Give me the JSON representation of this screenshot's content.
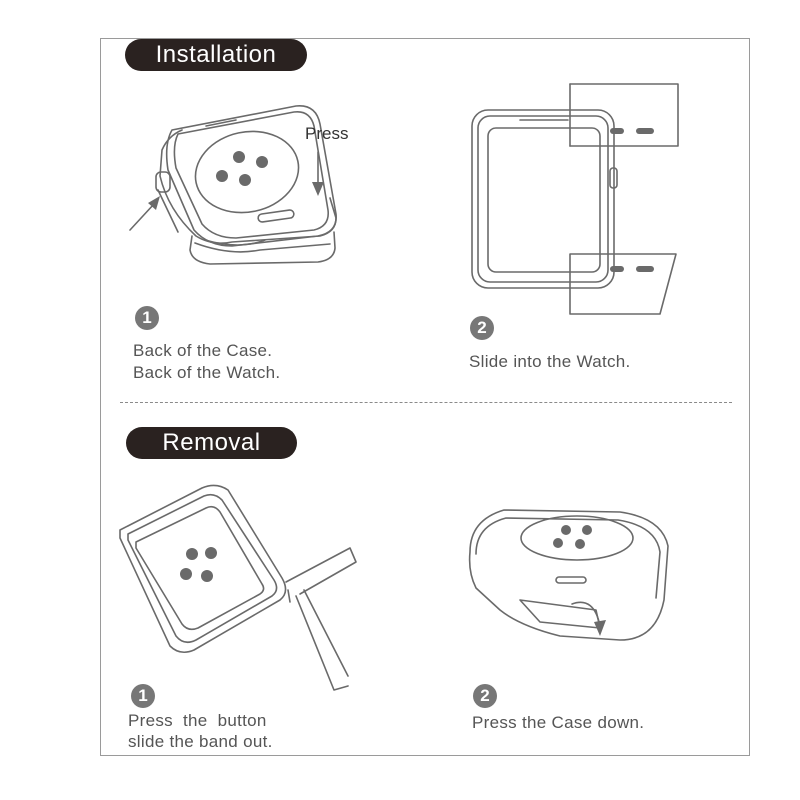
{
  "installation": {
    "title": "Installation",
    "step1": {
      "number": "1",
      "press_label": "Press",
      "lines": [
        "Back of the Case.",
        "Back of the Watch."
      ]
    },
    "step2": {
      "number": "2",
      "lines": [
        "Slide into the Watch."
      ]
    }
  },
  "removal": {
    "title": "Removal",
    "step1": {
      "number": "1",
      "lines": [
        "Press  the  button",
        "slide the band out."
      ]
    },
    "step2": {
      "number": "2",
      "lines": [
        "Press the Case down."
      ]
    }
  }
}
